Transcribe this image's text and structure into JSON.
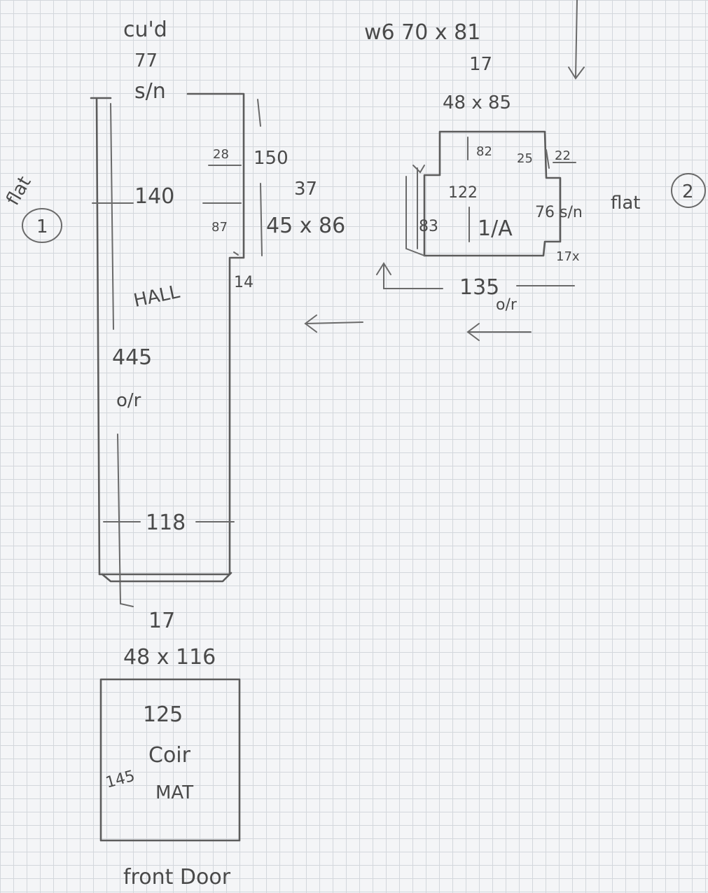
{
  "colors": {
    "paper": "#f4f5f7",
    "grid": "#d3d7dc",
    "pencil": "#5c5c5c"
  },
  "labels": {
    "top_left_1": "cu'd",
    "top_left_2": "77",
    "top_left_3": "s/n",
    "top_right_1": "w6 70 x 81",
    "top_right_2": "17",
    "top_right_3": "48 x 85",
    "flat1_word": "flat",
    "flat1_num": "1",
    "m_140": "140",
    "m_28": "28",
    "m_150": "150",
    "m_87": "87",
    "m_37": "37",
    "m_45x86": "45 x 86",
    "hall": "HALL",
    "m_14": "14",
    "m_445": "445",
    "m_olr": "o/r",
    "m_118": "118",
    "m_17": "17",
    "m_48x116": "48 x 116",
    "m_125": "125",
    "m_145": "145",
    "coir_mat_1": "Coir",
    "coir_mat_2": "MAT",
    "front_door": "front Door",
    "m_82": "82",
    "m_25": "25",
    "m_22": "22",
    "m_122": "122",
    "m_83": "83",
    "m_1a": "1/A",
    "m_76sn": "76 s/n",
    "flat2_word": "flat",
    "flat2_num": "2",
    "m_17x": "17x",
    "m_135": "135",
    "m_olr2": "o/r"
  }
}
